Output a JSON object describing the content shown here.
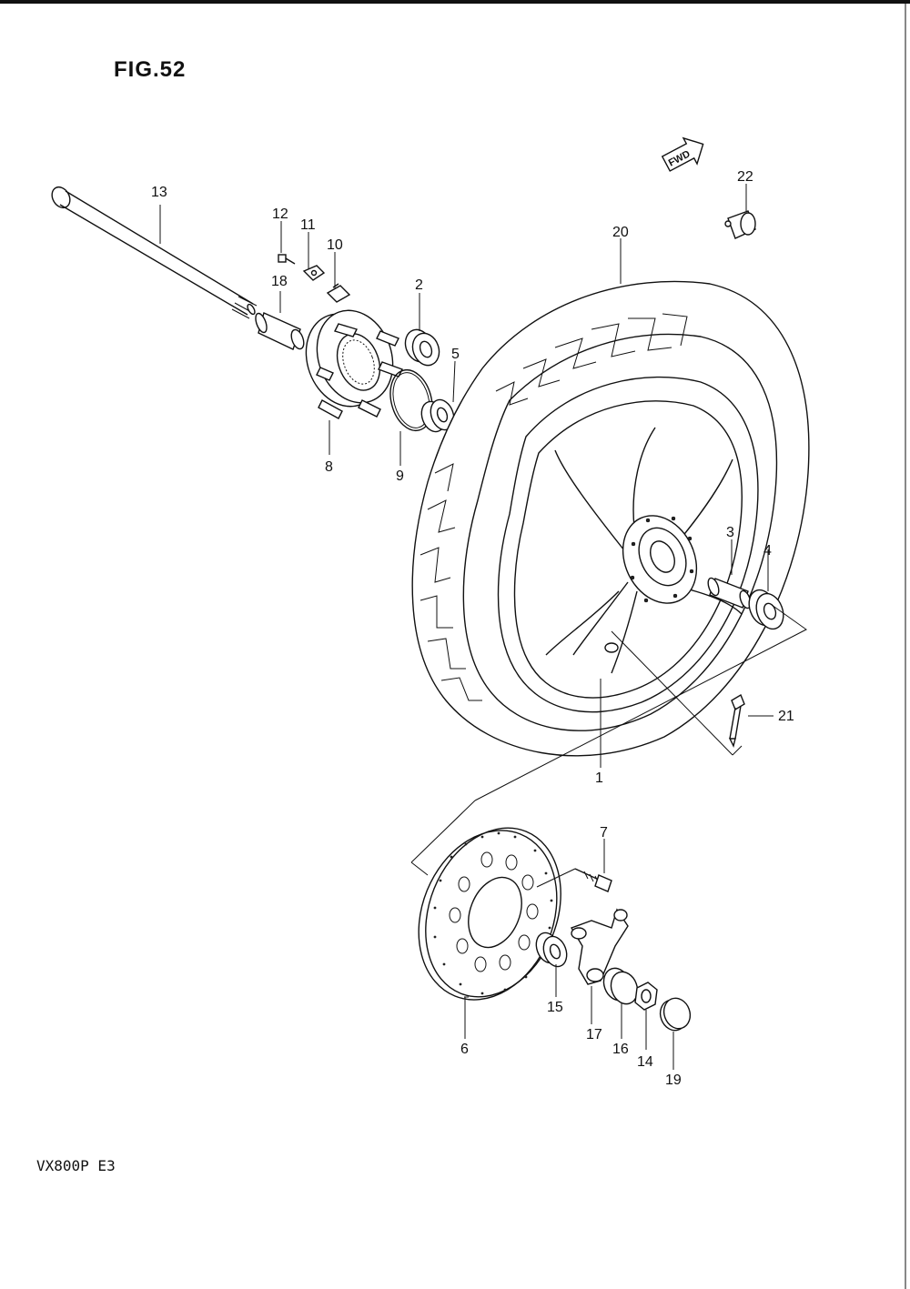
{
  "figure": {
    "title": "FIG.52",
    "model": "VX800P  E3",
    "fwd_label": "FWD"
  },
  "callouts": [
    {
      "id": "c1",
      "text": "1"
    },
    {
      "id": "c2",
      "text": "2"
    },
    {
      "id": "c3",
      "text": "3"
    },
    {
      "id": "c4",
      "text": "4"
    },
    {
      "id": "c5",
      "text": "5"
    },
    {
      "id": "c6",
      "text": "6"
    },
    {
      "id": "c7",
      "text": "7"
    },
    {
      "id": "c8",
      "text": "8"
    },
    {
      "id": "c9",
      "text": "9"
    },
    {
      "id": "c10",
      "text": "10"
    },
    {
      "id": "c11",
      "text": "11"
    },
    {
      "id": "c12",
      "text": "12"
    },
    {
      "id": "c13",
      "text": "13"
    },
    {
      "id": "c14",
      "text": "14"
    },
    {
      "id": "c15",
      "text": "15"
    },
    {
      "id": "c16",
      "text": "16"
    },
    {
      "id": "c17",
      "text": "17"
    },
    {
      "id": "c18",
      "text": "18"
    },
    {
      "id": "c19",
      "text": "19"
    },
    {
      "id": "c20",
      "text": "20"
    },
    {
      "id": "c21",
      "text": "21"
    },
    {
      "id": "c22",
      "text": "22"
    }
  ]
}
